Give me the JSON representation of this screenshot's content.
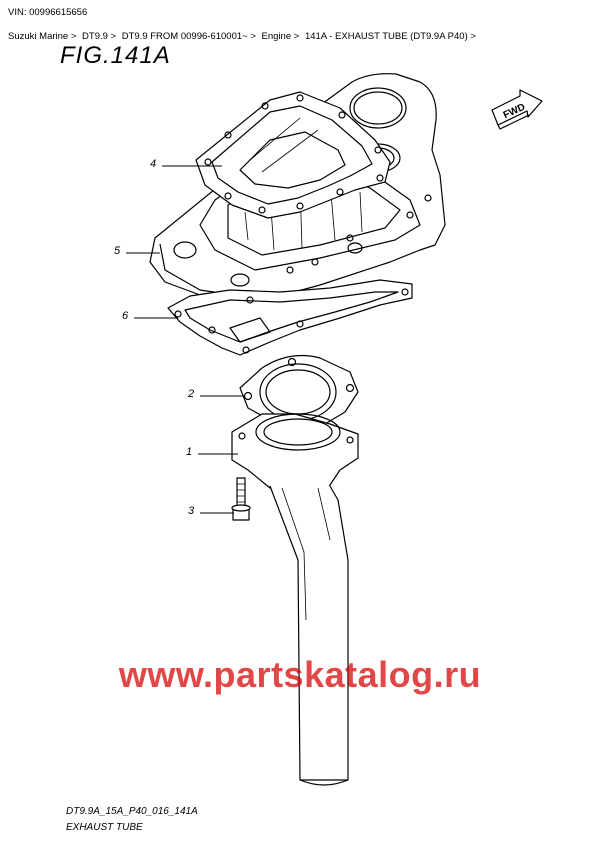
{
  "vin": "VIN: 00996615656",
  "breadcrumb": [
    "Suzuki Marine >",
    "DT9.9 >",
    "DT9.9 FROM 00996-610001~ >",
    "Engine >",
    "141A - EXHAUST TUBE (DT9.9A P40) >"
  ],
  "figure": {
    "title": "FIG.141A",
    "fwd_label": "FWD"
  },
  "parts": [
    {
      "number": "4"
    },
    {
      "number": "5"
    },
    {
      "number": "6"
    },
    {
      "number": "2"
    },
    {
      "number": "1"
    },
    {
      "number": "3"
    }
  ],
  "watermark": "www.partskatalog.ru",
  "footer": {
    "code": "DT9.9A_15A_P40_016_141A",
    "name": "EXHAUST TUBE"
  }
}
